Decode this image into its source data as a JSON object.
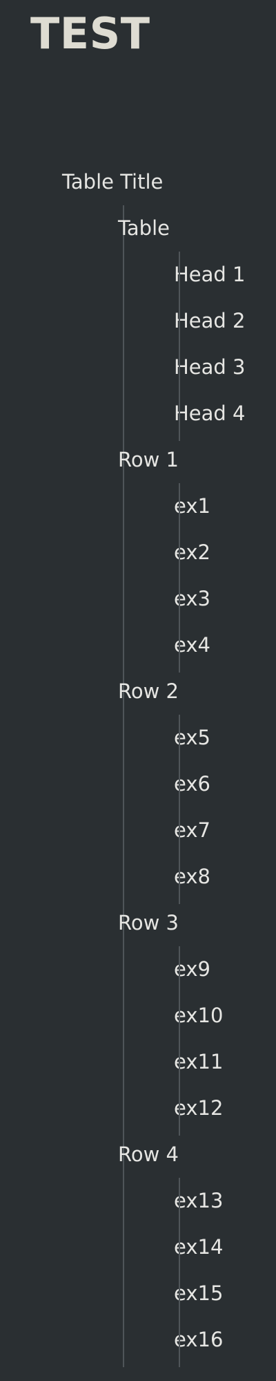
{
  "heading": "TEST",
  "tree": {
    "root": "Table Title",
    "groups": [
      {
        "label": "Table",
        "items": [
          "Head 1",
          "Head 2",
          "Head 3",
          "Head 4"
        ]
      },
      {
        "label": "Row 1",
        "items": [
          "ex1",
          "ex2",
          "ex3",
          "ex4"
        ]
      },
      {
        "label": "Row 2",
        "items": [
          "ex5",
          "ex6",
          "ex7",
          "ex8"
        ]
      },
      {
        "label": "Row 3",
        "items": [
          "ex9",
          "ex10",
          "ex11",
          "ex12"
        ]
      },
      {
        "label": "Row 4",
        "items": [
          "ex13",
          "ex14",
          "ex15",
          "ex16"
        ]
      }
    ]
  },
  "colors": {
    "background": "#2a2f32",
    "text": "#e6e6e3",
    "guide_line": "#4f5559"
  }
}
